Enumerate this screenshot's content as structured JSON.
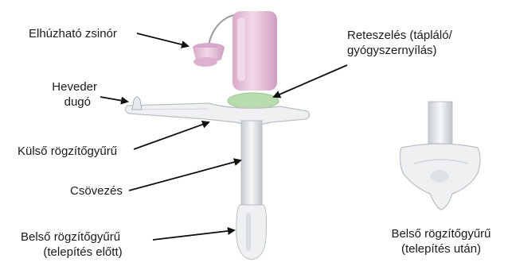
{
  "labels": {
    "pull_string": "Elhúzható zsinór",
    "lock_line1": "Reteszelés (tápláló/",
    "lock_line2": "gyógyszernyílás)",
    "strap_plug_line1": "Heveder",
    "strap_plug_line2": "dugó",
    "outer_ring": "Külső rögzítőgyűrű",
    "tubing": "Csövezés",
    "inner_before_line1": "Belső rögzítőgyűrű",
    "inner_before_line2": "(telepítés előtt)",
    "inner_after_line1": "Belső rögzítőgyűrű",
    "inner_after_line2": "(telepítés után)"
  },
  "colors": {
    "cap_pink": "#e8c6dc",
    "cap_shadow": "#c98fb4",
    "green_ring": "#b9dcae",
    "clear_plastic": "#e9ecef",
    "plastic_edge": "#b8bec5",
    "arrow": "#111111"
  }
}
